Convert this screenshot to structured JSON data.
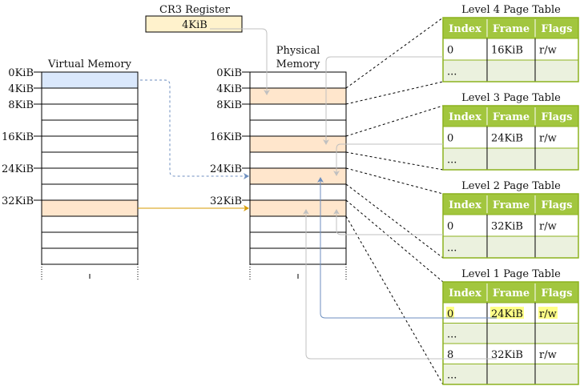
{
  "cr3": {
    "title": "CR3 Register",
    "value": "4KiB"
  },
  "virtual_memory": {
    "title": "Virtual Memory",
    "labels": [
      "0KiB",
      "4KiB",
      "8KiB",
      "16KiB",
      "24KiB",
      "32KiB"
    ]
  },
  "physical_memory": {
    "title_line1": "Physical",
    "title_line2": "Memory",
    "labels": [
      "0KiB",
      "4KiB",
      "8KiB",
      "16KiB",
      "24KiB",
      "32KiB"
    ]
  },
  "tables": [
    {
      "title": "Level 4 Page Table",
      "headers": [
        "Index",
        "Frame",
        "Flags"
      ],
      "rows": [
        [
          "0",
          "16KiB",
          "r/w"
        ],
        [
          "...",
          "",
          ""
        ]
      ]
    },
    {
      "title": "Level 3 Page Table",
      "headers": [
        "Index",
        "Frame",
        "Flags"
      ],
      "rows": [
        [
          "0",
          "24KiB",
          "r/w"
        ],
        [
          "...",
          "",
          ""
        ]
      ]
    },
    {
      "title": "Level 2 Page Table",
      "headers": [
        "Index",
        "Frame",
        "Flags"
      ],
      "rows": [
        [
          "0",
          "32KiB",
          "r/w"
        ],
        [
          "...",
          "",
          ""
        ]
      ]
    },
    {
      "title": "Level 1 Page Table",
      "headers": [
        "Index",
        "Frame",
        "Flags"
      ],
      "rows": [
        [
          "0",
          "24KiB",
          "r/w"
        ],
        [
          "...",
          "",
          ""
        ],
        [
          "8",
          "32KiB",
          "r/w"
        ],
        [
          "...",
          "",
          ""
        ]
      ]
    }
  ],
  "colors": {
    "virtual_page": "#dae8fc",
    "mapped_frame": "#ffe6cc",
    "cr3_fill": "#fff2cc",
    "table_header": "#a2c63e",
    "table_alt_row": "#ebf1de",
    "highlight": "#ffff88",
    "blue_arrow": "#6c8ebf",
    "orange_arrow": "#d79b00",
    "gray_arrow": "#c0c0c0"
  }
}
